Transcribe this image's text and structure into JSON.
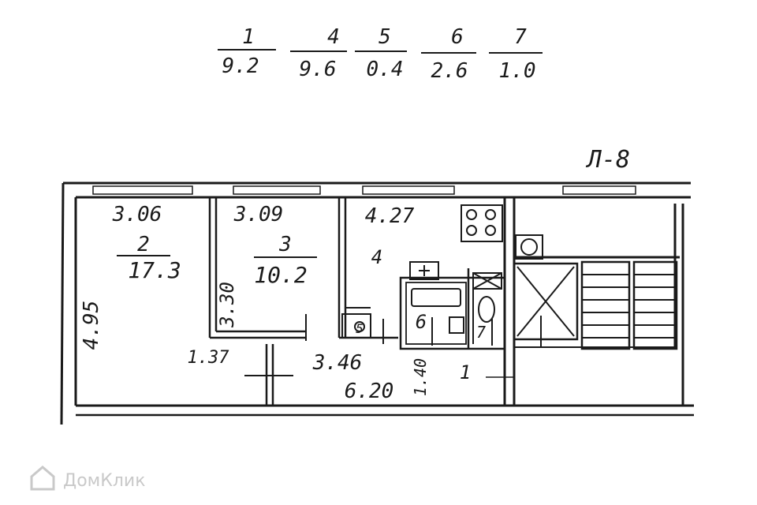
{
  "legend": [
    {
      "num": "1",
      "area": "9.2"
    },
    {
      "num": "4",
      "area": "9.6"
    },
    {
      "num": "5",
      "area": "0.4"
    },
    {
      "num": "6",
      "area": "2.6"
    },
    {
      "num": "7",
      "area": "1.0"
    }
  ],
  "sheet_label": "Л-8",
  "rooms": {
    "r2": {
      "width": "3.06",
      "num": "2",
      "area": "17.3",
      "height": "4.95"
    },
    "r3": {
      "width": "3.09",
      "num": "3",
      "area": "10.2",
      "height": "3.30"
    },
    "r4": {
      "width": "4.27",
      "num": "4"
    },
    "r5": {
      "num": "5"
    },
    "r6": {
      "num": "6"
    },
    "r7": {
      "num": "7"
    },
    "r1": {
      "num": "1"
    }
  },
  "dimensions": {
    "d137": "1.37",
    "d346": "3.46",
    "d620": "6.20",
    "d140": "1.40"
  },
  "watermark": "ДомКлик"
}
